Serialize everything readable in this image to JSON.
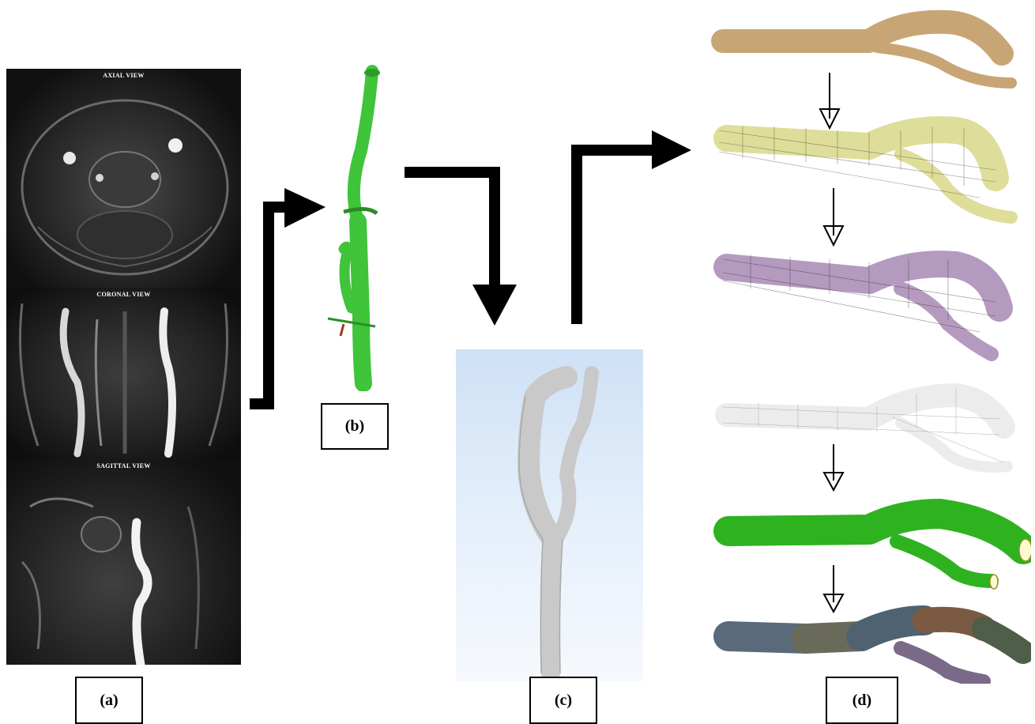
{
  "panel_a": {
    "axial_label": "AXIAL VIEW",
    "coronal_label": "CORONAL VIEW",
    "sagittal_label": "SAGITTAL VIEW",
    "caption": "(a)"
  },
  "panel_b": {
    "caption": "(b)",
    "model_color": "#3fc43a"
  },
  "panel_c": {
    "caption": "(c)",
    "model_color": "#c9c9c9"
  },
  "panel_d": {
    "caption": "(d)",
    "stage_colors": [
      "#c8a574",
      "#e6e6a8",
      "#b59ac0",
      "#e8e8e8",
      "#2fb21f",
      "#5a6a7a"
    ]
  }
}
